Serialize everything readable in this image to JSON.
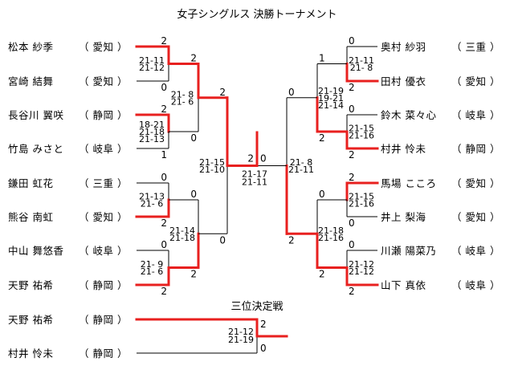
{
  "title": "女子シングルス 決勝トーナメント",
  "left_players": [
    {
      "name": "松本 紗季",
      "pref": "愛知"
    },
    {
      "name": "宮崎 結舞",
      "pref": "愛知"
    },
    {
      "name": "長谷川 翼咲",
      "pref": "静岡"
    },
    {
      "name": "竹島 みさと",
      "pref": "岐阜"
    },
    {
      "name": "鎌田 虹花",
      "pref": "三重"
    },
    {
      "name": "熊谷 南虹",
      "pref": "愛知"
    },
    {
      "name": "中山 舞悠香",
      "pref": "岐阜"
    },
    {
      "name": "天野 祐希",
      "pref": "静岡"
    }
  ],
  "right_players": [
    {
      "name": "奥村 紗羽",
      "pref": "三重"
    },
    {
      "name": "田村 優衣",
      "pref": "愛知"
    },
    {
      "name": "鈴木 菜々心",
      "pref": "岐阜"
    },
    {
      "name": "村井 怜未",
      "pref": "静岡"
    },
    {
      "name": "馬場 こころ",
      "pref": "愛知"
    },
    {
      "name": "井上 梨海",
      "pref": "愛知"
    },
    {
      "name": "川瀬 陽菜乃",
      "pref": "岐阜"
    },
    {
      "name": "山下 真依",
      "pref": "岐阜"
    }
  ],
  "third_place": {
    "label": "三位決定戦",
    "players": [
      {
        "name": "天野 祐希",
        "pref": "静岡"
      },
      {
        "name": "村井 怜未",
        "pref": "静岡"
      }
    ],
    "scores": [
      "21-12",
      "21-19"
    ],
    "results": [
      "2",
      "0"
    ]
  },
  "left_r1": [
    {
      "scores": [
        "21-11",
        "21-12"
      ],
      "results": [
        "2",
        "0"
      ]
    },
    {
      "scores": [
        "18-21",
        "21-18",
        "21-13"
      ],
      "results": [
        "2",
        "1"
      ]
    },
    {
      "scores": [
        "21-13",
        "21- 6"
      ],
      "results": [
        "0",
        "2"
      ]
    },
    {
      "scores": [
        "21- 9",
        "21- 6"
      ],
      "results": [
        "0",
        "2"
      ]
    }
  ],
  "left_r2": [
    {
      "scores": [
        "21- 8",
        "21- 6"
      ],
      "results": [
        "2",
        "0"
      ]
    },
    {
      "scores": [
        "21-14",
        "21-18"
      ],
      "results": [
        "0",
        "2"
      ]
    }
  ],
  "left_r3": {
    "scores": [
      "21-15",
      "21-10"
    ],
    "results": [
      "2",
      "0"
    ]
  },
  "right_r1": [
    {
      "scores": [
        "21-11",
        "21- 8"
      ],
      "results": [
        "0",
        "2"
      ]
    },
    {
      "scores": [
        "21-15",
        "21-16"
      ],
      "results": [
        "0",
        "2"
      ]
    },
    {
      "scores": [
        "21-15",
        "21-16"
      ],
      "results": [
        "2",
        "0"
      ]
    },
    {
      "scores": [
        "21-12",
        "21-12"
      ],
      "results": [
        "0",
        "2"
      ]
    }
  ],
  "right_r2": [
    {
      "scores": [
        "21-19",
        "19-21",
        "21-14"
      ],
      "results": [
        "1",
        "2"
      ]
    },
    {
      "scores": [
        "21-18",
        "21-16"
      ],
      "results": [
        "0",
        "2"
      ]
    }
  ],
  "right_r3": {
    "scores": [
      "21- 8",
      "21-11"
    ],
    "results": [
      "0",
      "2"
    ]
  },
  "final": {
    "scores": [
      "21-17",
      "21-11"
    ],
    "results": [
      "2",
      "0"
    ]
  }
}
